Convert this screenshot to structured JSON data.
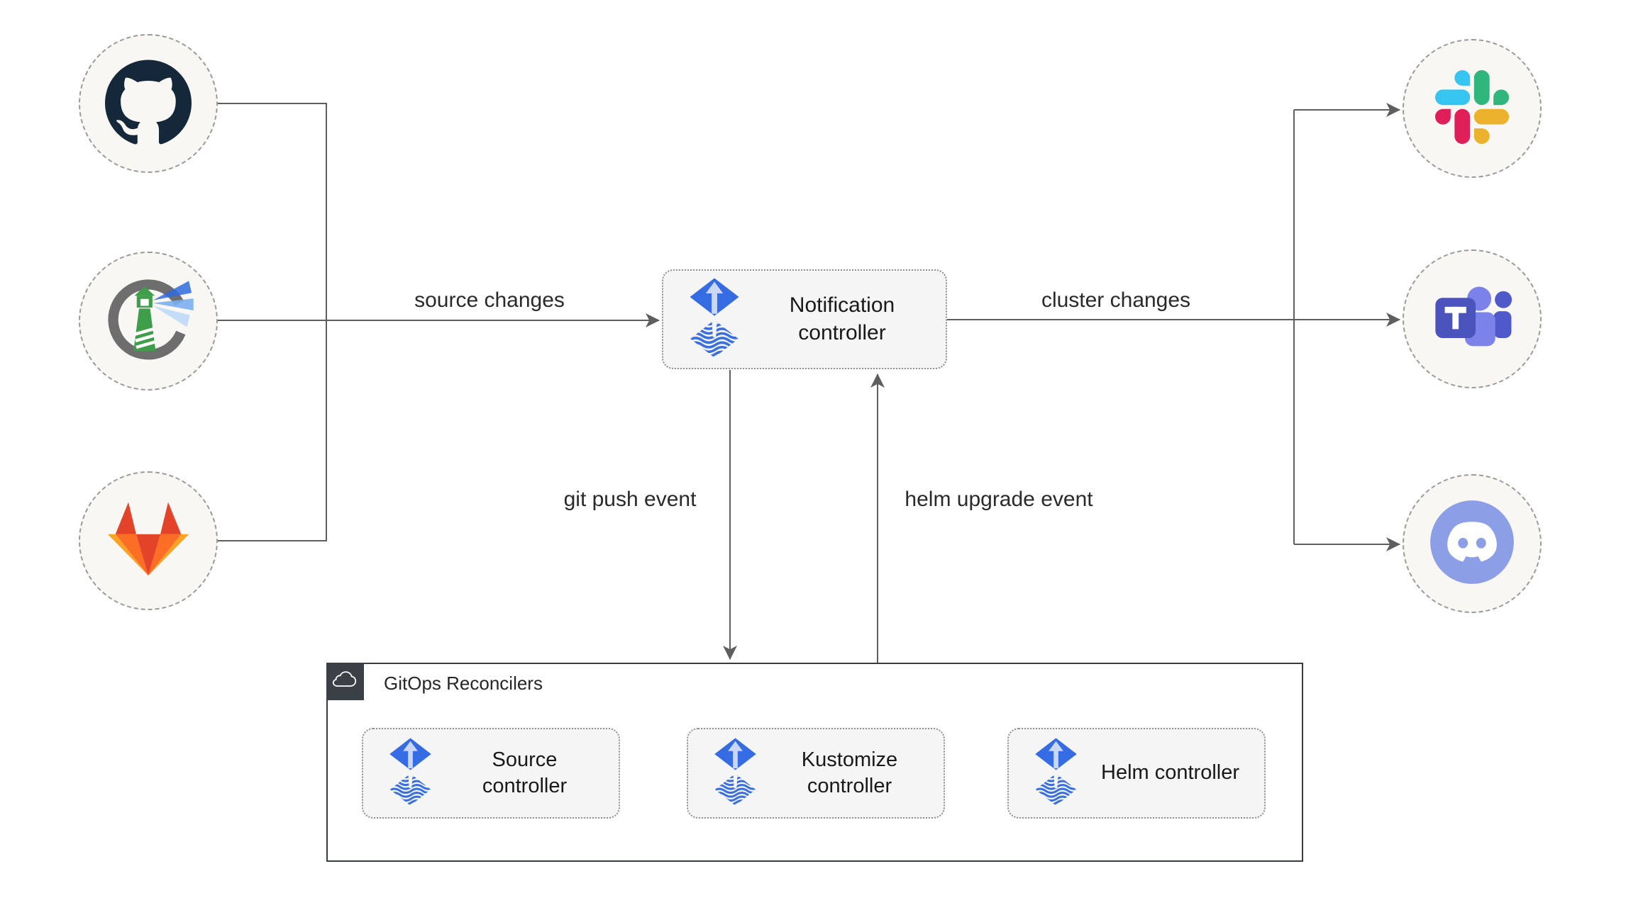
{
  "diagram": {
    "left_nodes": [
      {
        "icon": "github-icon"
      },
      {
        "icon": "harbor-icon"
      },
      {
        "icon": "gitlab-icon"
      }
    ],
    "right_nodes": [
      {
        "icon": "slack-icon"
      },
      {
        "icon": "teams-icon"
      },
      {
        "icon": "discord-icon"
      }
    ],
    "notification": {
      "label": "Notification controller",
      "icon": "flux-icon"
    },
    "edge_labels": {
      "source_changes": "source changes",
      "cluster_changes": "cluster changes",
      "git_push_event": "git push event",
      "helm_upgrade_event": "helm upgrade event"
    },
    "reconcilers": {
      "title": "GitOps Reconcilers",
      "header_icon": "cloud-icon",
      "controllers": [
        {
          "label": "Source controller",
          "icon": "flux-icon"
        },
        {
          "label": "Kustomize controller",
          "icon": "flux-icon"
        },
        {
          "label": "Helm controller",
          "icon": "flux-icon"
        }
      ]
    }
  },
  "colors": {
    "background": "#ffffff",
    "connector": "#5e5e5e",
    "node_fill": "#f8f7f4",
    "node_border": "#9b9b9b",
    "box_fill": "#f5f5f5",
    "box_border": "#8f8f8f",
    "outer_box_border": "#383b41",
    "header_fill": "#3b4046",
    "text": "#191919",
    "flux_blue": "#356ce4",
    "flux_arrow_light": "#c9d7f3",
    "github_dark": "#14283a",
    "harbor_green": "#3f9e49",
    "gitlab_red": "#e24329",
    "gitlab_orange": "#fc6d26",
    "gitlab_yellow": "#fca326",
    "slack_blue": "#36C5F0",
    "slack_green": "#2EB67D",
    "slack_yellow": "#ECB22E",
    "slack_red": "#E01E5A",
    "teams_purple": "#4b53bc",
    "teams_light_purple": "#7b83eb",
    "discord_blurple": "#8c9fe6"
  }
}
